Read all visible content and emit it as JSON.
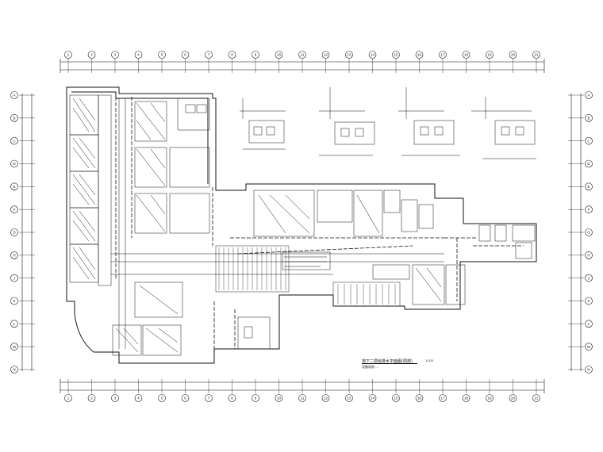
{
  "drawing": {
    "title": "地下二层给排水平面图(局部)",
    "scale": "1:100",
    "subtitle": "设备用房 ..."
  },
  "grid": {
    "top_axes": [
      "1",
      "2",
      "3",
      "4",
      "5",
      "6",
      "7",
      "8",
      "9",
      "10",
      "11",
      "12",
      "13",
      "14",
      "15",
      "16",
      "17",
      "18",
      "19",
      "20",
      "21"
    ],
    "left_axes": [
      "A",
      "B",
      "C",
      "D",
      "E",
      "F",
      "G",
      "H",
      "J",
      "K",
      "L",
      "M",
      "N"
    ],
    "right_axes": [
      "A",
      "B",
      "C",
      "D",
      "E",
      "F",
      "G",
      "H",
      "J",
      "K",
      "L",
      "M",
      "N"
    ]
  },
  "colors": {
    "line": "#111111",
    "background": "#ffffff",
    "hatch": "#222222"
  }
}
